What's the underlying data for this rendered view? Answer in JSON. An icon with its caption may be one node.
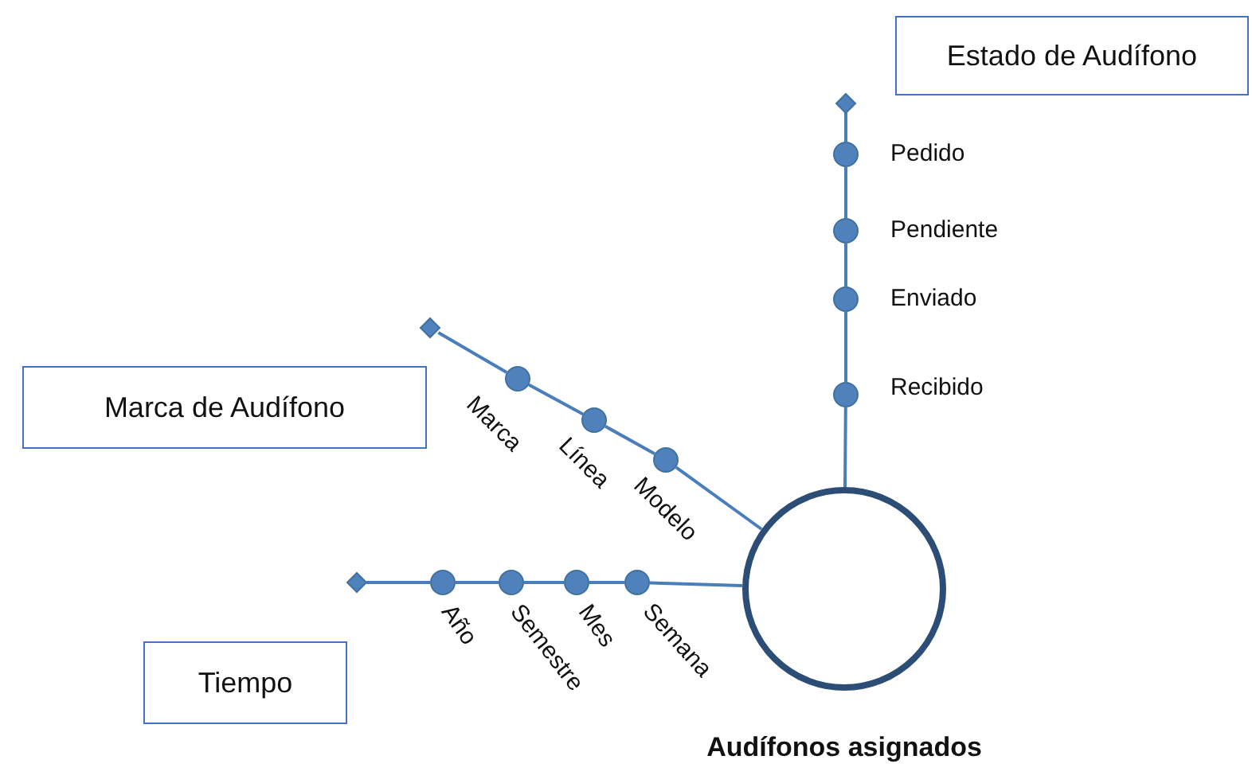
{
  "diagram": {
    "nodes": [
      {
        "text": [
          "Estado de Audífono"
        ]
      },
      {
        "text": [],
        "shape": "diamond"
      },
      {
        "text": [
          "Pedido"
        ]
      },
      {
        "text": [
          "Pendiente"
        ]
      },
      {
        "text": [
          "Enviado"
        ]
      },
      {
        "text": [
          "Recibido"
        ]
      },
      {
        "text": [
          "Marca de Audífono"
        ]
      },
      {
        "text": [],
        "shape": "diamond"
      },
      {
        "text": [
          "Marca"
        ]
      },
      {
        "text": [
          "Línea"
        ]
      },
      {
        "text": [
          "Modelo"
        ]
      },
      {
        "text": [
          "Tiempo"
        ]
      },
      {
        "text": [],
        "shape": "diamond"
      },
      {
        "text": [
          "Año"
        ]
      },
      {
        "text": [
          "Semestre"
        ]
      },
      {
        "text": [
          "Mes"
        ]
      },
      {
        "text": [
          "Semana"
        ]
      },
      {
        "text": [
          "Audífonos asignados"
        ]
      }
    ],
    "edges": [
      {
        "from": 1,
        "to": 2,
        "arrow": "none"
      },
      {
        "from": 2,
        "to": 3,
        "arrow": "none"
      },
      {
        "from": 3,
        "to": 4,
        "arrow": "none"
      },
      {
        "from": 4,
        "to": 5,
        "arrow": "none"
      },
      {
        "from": 5,
        "to": 17,
        "arrow": "none"
      },
      {
        "from": 7,
        "to": 8,
        "arrow": "none"
      },
      {
        "from": 8,
        "to": 9,
        "arrow": "none"
      },
      {
        "from": 9,
        "to": 10,
        "arrow": "none"
      },
      {
        "from": 10,
        "to": 17,
        "arrow": "none"
      },
      {
        "from": 12,
        "to": 13,
        "arrow": "none"
      },
      {
        "from": 13,
        "to": 14,
        "arrow": "none"
      },
      {
        "from": 14,
        "to": 15,
        "arrow": "none"
      },
      {
        "from": 15,
        "to": 16,
        "arrow": "none"
      },
      {
        "from": 16,
        "to": 17,
        "arrow": "none"
      }
    ]
  }
}
